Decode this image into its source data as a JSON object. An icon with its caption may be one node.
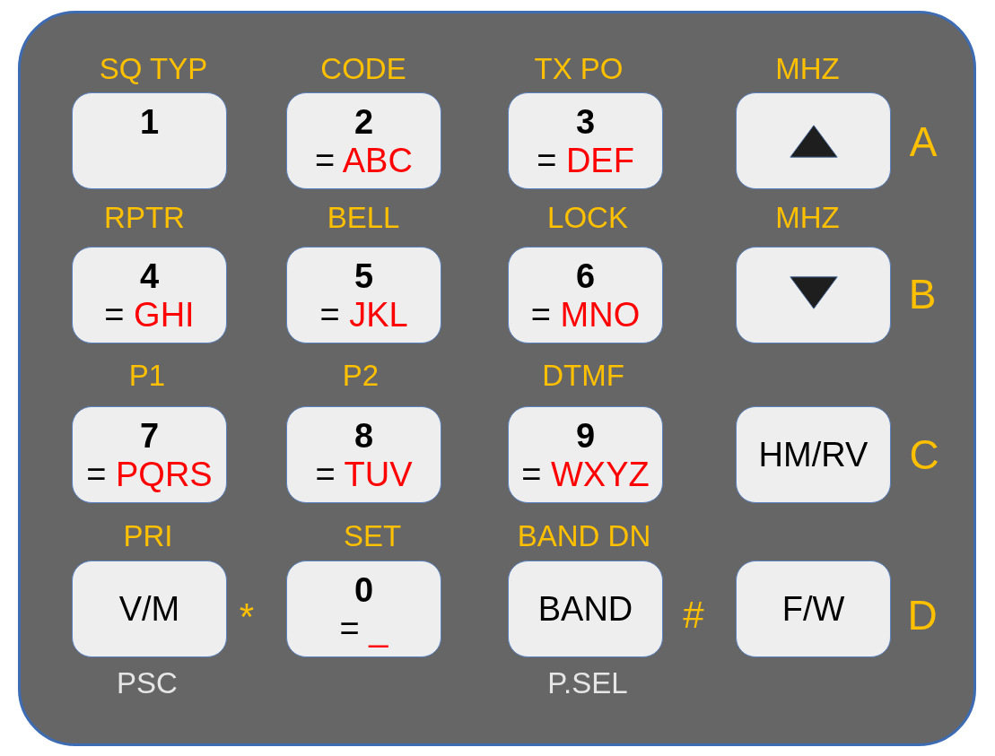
{
  "diagram": {
    "nodes": [
      {
        "text": [],
        "shape": "box"
      },
      {
        "text": [
          "SQ TYP",
          "1"
        ],
        "in": 0
      },
      {
        "text": [
          "CODE",
          "2",
          "= ABC"
        ],
        "in": 0
      },
      {
        "text": [
          "TX PO",
          "3",
          "= DEF"
        ],
        "in": 0
      },
      {
        "text": [
          "MHZ"
        ],
        "beside": [
          "A"
        ],
        "in": 0
      },
      {
        "text": [
          "RPTR",
          "4",
          "= GHI"
        ],
        "in": 0
      },
      {
        "text": [
          "BELL",
          "5",
          "= JKL"
        ],
        "in": 0
      },
      {
        "text": [
          "LOCK",
          "6",
          "= MNO"
        ],
        "in": 0
      },
      {
        "text": [
          "MHZ"
        ],
        "beside": [
          "B"
        ],
        "in": 0
      },
      {
        "text": [
          "P1",
          "7",
          "= PQRS"
        ],
        "in": 0
      },
      {
        "text": [
          "P2",
          "8",
          "= TUV"
        ],
        "in": 0
      },
      {
        "text": [
          "DTMF",
          "9",
          "= WXYZ"
        ],
        "in": 0
      },
      {
        "text": [
          "HM/RV"
        ],
        "beside": [
          "C"
        ],
        "in": 0
      },
      {
        "text": [
          "PRI",
          "V/M"
        ],
        "beside": [
          "*",
          "PSC"
        ],
        "in": 0
      },
      {
        "text": [
          "SET",
          "0",
          "= _"
        ],
        "in": 0
      },
      {
        "text": [
          "BAND DN",
          "BAND"
        ],
        "beside": [
          "#",
          "P.SEL"
        ],
        "in": 0
      },
      {
        "text": [
          "F/W"
        ],
        "beside": [
          "D"
        ],
        "in": 0
      }
    ]
  }
}
